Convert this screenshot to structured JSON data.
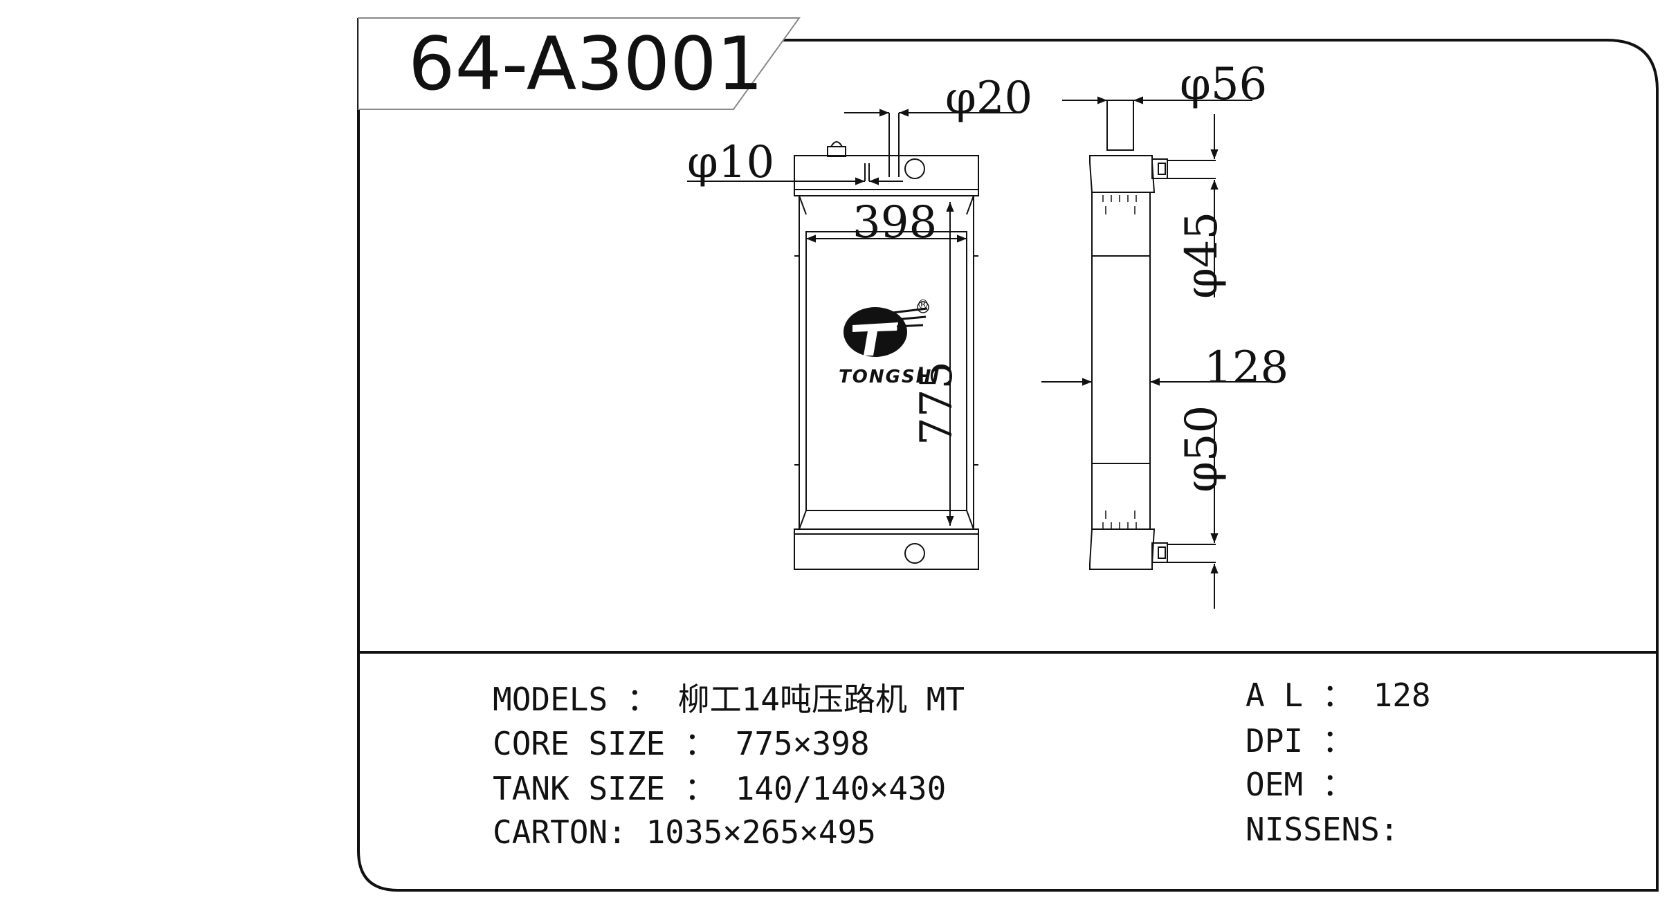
{
  "part_number": "64-A3001",
  "dimensions": {
    "inlet_top_diameter": "φ20",
    "drain_diameter": "φ10",
    "core_width": "398",
    "core_height": "775",
    "side_top_pipe_diameter": "φ56",
    "side_upper_diameter": "φ45",
    "side_thickness": "128",
    "side_lower_diameter": "φ50"
  },
  "logo": {
    "brand": "TONGSHI",
    "registered_mark": "®"
  },
  "specs_left": [
    {
      "label": "MODELS",
      "sep": "：",
      "value": "柳工14吨压路机 MT"
    },
    {
      "label": "CORE SIZE",
      "sep": "：",
      "value": "775×398"
    },
    {
      "label": "TANK SIZE",
      "sep": "：",
      "value": "140/140×430"
    },
    {
      "label": "CARTON",
      "sep": ":",
      "value": "1035×265×495"
    }
  ],
  "specs_right": [
    {
      "label": "A L",
      "sep": "：",
      "value": "128"
    },
    {
      "label": "DPI",
      "sep": "：",
      "value": ""
    },
    {
      "label": "OEM",
      "sep": "：",
      "value": ""
    },
    {
      "label": "NISSENS",
      "sep": ":",
      "value": ""
    }
  ]
}
